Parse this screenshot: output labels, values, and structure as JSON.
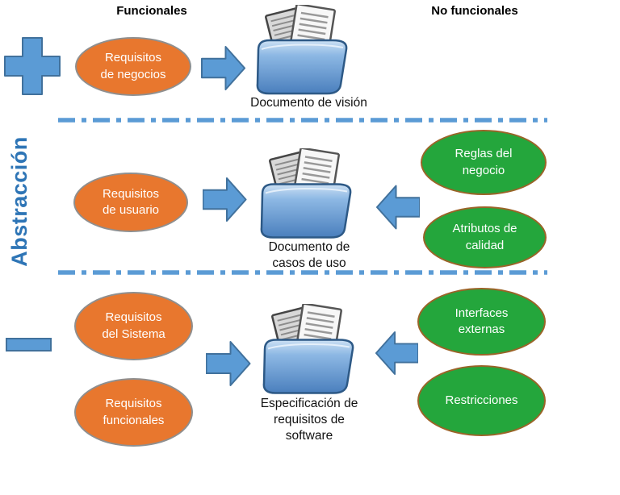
{
  "headers": {
    "functional": "Funcionales",
    "non_functional": "No funcionales"
  },
  "abstraction_axis": {
    "label": "Abstracción",
    "top_symbol": "plus",
    "bottom_symbol": "minus"
  },
  "rows": [
    {
      "orange_ellipses": [
        {
          "lines": [
            "Requisitos",
            "de negocios"
          ]
        }
      ],
      "document": {
        "caption_lines": [
          "Documento de visión"
        ]
      },
      "green_ellipses": []
    },
    {
      "orange_ellipses": [
        {
          "lines": [
            "Requisitos",
            "de usuario"
          ]
        }
      ],
      "document": {
        "caption_lines": [
          "Documento  de",
          "casos de uso"
        ]
      },
      "green_ellipses": [
        {
          "lines": [
            "Reglas del",
            "negocio"
          ]
        },
        {
          "lines": [
            "Atributos  de",
            "calidad"
          ]
        }
      ]
    },
    {
      "orange_ellipses": [
        {
          "lines": [
            "Requisitos",
            "del Sistema"
          ]
        },
        {
          "lines": [
            "Requisitos",
            "funcionales"
          ]
        }
      ],
      "document": {
        "caption_lines": [
          "Especificación de",
          "requisitos de",
          "software"
        ]
      },
      "green_ellipses": [
        {
          "lines": [
            "Interfaces",
            "externas"
          ]
        },
        {
          "lines": [
            "Restricciones"
          ]
        }
      ]
    }
  ],
  "icons": {
    "plus": "plus-icon",
    "minus": "minus-icon",
    "arrow_right": "arrow-right-icon",
    "arrow_left": "arrow-left-icon",
    "document_folder": "document-folder-icon"
  },
  "colors": {
    "orange_fill": "#E8772E",
    "orange_border": "#8F8F8F",
    "green_fill": "#24A63C",
    "green_border": "#9A6428",
    "blue_shape": "#5B9BD5",
    "blue_shape_border": "#41719C",
    "axis_label_color": "#2E75B6",
    "dash_line_color": "#5B9BD5"
  }
}
